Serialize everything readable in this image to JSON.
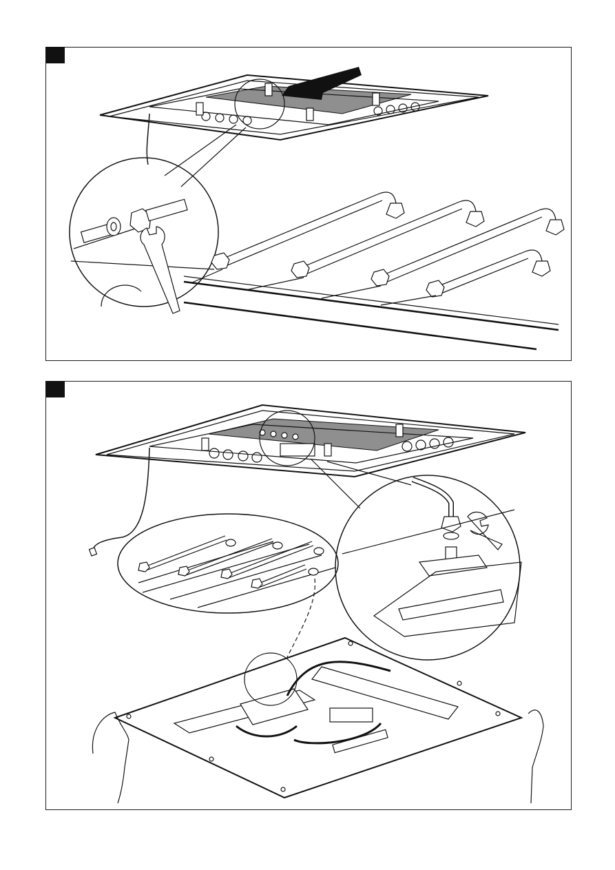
{
  "page": {
    "title": ""
  },
  "panels": [
    {
      "step_marker": "",
      "illustration": "ceiling-unit-hose-connection",
      "icons": [
        "arrow-icon",
        "wrench-icon",
        "hose-icon",
        "nut-icon",
        "washer-icon"
      ],
      "hose_count": 4
    },
    {
      "step_marker": "",
      "illustration": "panel-hose-reconnection",
      "icons": [
        "wrench-icon",
        "hose-icon",
        "washer-icon",
        "hand-icon",
        "cable-icon"
      ],
      "hose_count": 4
    }
  ],
  "colors": {
    "line": "#111111",
    "shade": "#8f8f8f",
    "background": "#ffffff"
  }
}
